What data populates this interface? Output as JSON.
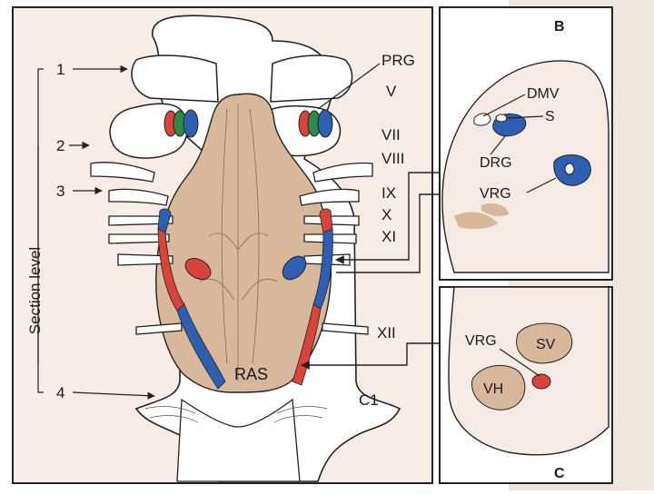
{
  "panel_a": {
    "section_level_label": "Section level",
    "levels": [
      {
        "id": "l1",
        "label": "1"
      },
      {
        "id": "l2",
        "label": "2"
      },
      {
        "id": "l3",
        "label": "3"
      },
      {
        "id": "l4",
        "label": "4"
      }
    ],
    "nerve_labels": [
      {
        "id": "prg",
        "label": "PRG"
      },
      {
        "id": "v",
        "label": "V"
      },
      {
        "id": "vii",
        "label": "VII"
      },
      {
        "id": "viii",
        "label": "VIII"
      },
      {
        "id": "ix",
        "label": "IX"
      },
      {
        "id": "x",
        "label": "X"
      },
      {
        "id": "xi",
        "label": "XI"
      },
      {
        "id": "xii",
        "label": "XII"
      },
      {
        "id": "c1",
        "label": "C1"
      }
    ],
    "ras_label": "RAS"
  },
  "panel_b": {
    "letter": "B",
    "labels": {
      "dmv": "DMV",
      "s": "S",
      "drg": "DRG",
      "vrg": "VRG"
    }
  },
  "panel_c": {
    "letter": "C",
    "labels": {
      "vrg": "VRG",
      "sv": "SV",
      "vh": "VH"
    }
  },
  "colors": {
    "brainstem": "#d9b79a",
    "panel_bg": "#f6ebe4",
    "blue_group": "#2f5fb0",
    "red_group": "#d9443a",
    "green_group": "#2f8a45",
    "outline": "#222222"
  }
}
